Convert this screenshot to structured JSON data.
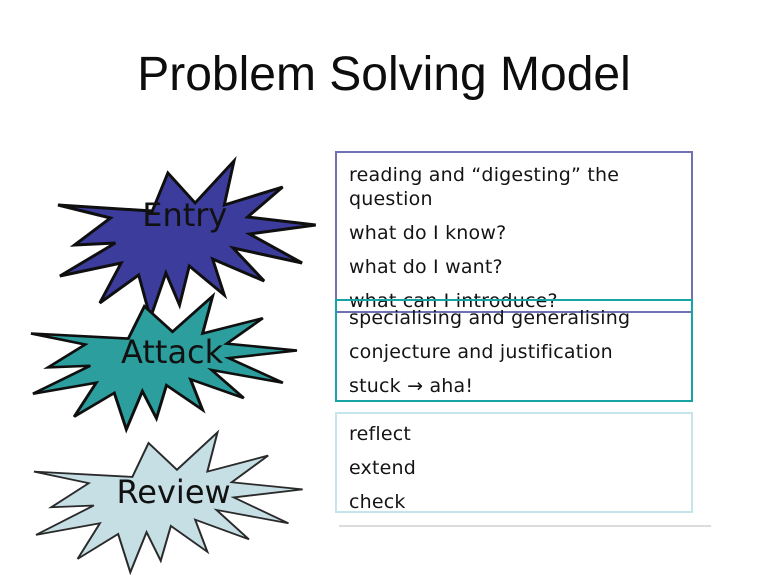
{
  "slide": {
    "title": "Problem Solving Model",
    "stages": [
      {
        "label": "Entry",
        "shape": "starburst",
        "fill_color": "#3c3c9c",
        "outline_color": "#0f0f0f",
        "box_border_color": "#7170b1",
        "items": [
          "reading and “digesting” the question",
          "what do I know?",
          "what do I want?",
          "what can I introduce?"
        ]
      },
      {
        "label": "Attack",
        "shape": "starburst",
        "fill_color": "#2d9e9e",
        "outline_color": "#0f0f0f",
        "box_border_color": "#17a4a4",
        "items": [
          "specialising and generalising",
          "conjecture and justification",
          "stuck → aha!"
        ]
      },
      {
        "label": "Review",
        "shape": "starburst",
        "fill_color": "#c6dfe5",
        "outline_color": "#2a2a2a",
        "box_border_color": "#c3e5eb",
        "items": [
          "reflect",
          "extend",
          "check"
        ]
      }
    ]
  }
}
